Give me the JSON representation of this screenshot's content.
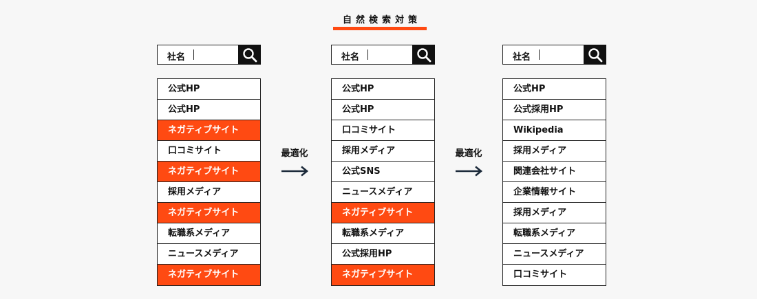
{
  "title": "自然検索対策",
  "accent_color": "#ff4a12",
  "search": {
    "label": "社名",
    "icon": "search-icon"
  },
  "arrow_label": "最適化",
  "columns": [
    {
      "items": [
        {
          "label": "公式HP",
          "negative": false
        },
        {
          "label": "公式HP",
          "negative": false
        },
        {
          "label": "ネガティブサイト",
          "negative": true
        },
        {
          "label": "口コミサイト",
          "negative": false
        },
        {
          "label": "ネガティブサイト",
          "negative": true
        },
        {
          "label": "採用メディア",
          "negative": false
        },
        {
          "label": "ネガティブサイト",
          "negative": true
        },
        {
          "label": "転職系メディア",
          "negative": false
        },
        {
          "label": "ニュースメディア",
          "negative": false
        },
        {
          "label": "ネガティブサイト",
          "negative": true
        }
      ]
    },
    {
      "items": [
        {
          "label": "公式HP",
          "negative": false
        },
        {
          "label": "公式HP",
          "negative": false
        },
        {
          "label": "口コミサイト",
          "negative": false
        },
        {
          "label": "採用メディア",
          "negative": false
        },
        {
          "label": "公式SNS",
          "negative": false
        },
        {
          "label": "ニュースメディア",
          "negative": false
        },
        {
          "label": "ネガティブサイト",
          "negative": true
        },
        {
          "label": "転職系メディア",
          "negative": false
        },
        {
          "label": "公式採用HP",
          "negative": false
        },
        {
          "label": "ネガティブサイト",
          "negative": true
        }
      ]
    },
    {
      "items": [
        {
          "label": "公式HP",
          "negative": false
        },
        {
          "label": "公式採用HP",
          "negative": false
        },
        {
          "label": "Wikipedia",
          "negative": false
        },
        {
          "label": "採用メディア",
          "negative": false
        },
        {
          "label": "関連会社サイト",
          "negative": false
        },
        {
          "label": "企業情報サイト",
          "negative": false
        },
        {
          "label": "採用メディア",
          "negative": false
        },
        {
          "label": "転職系メディア",
          "negative": false
        },
        {
          "label": "ニュースメディア",
          "negative": false
        },
        {
          "label": "口コミサイト",
          "negative": false
        }
      ]
    }
  ]
}
